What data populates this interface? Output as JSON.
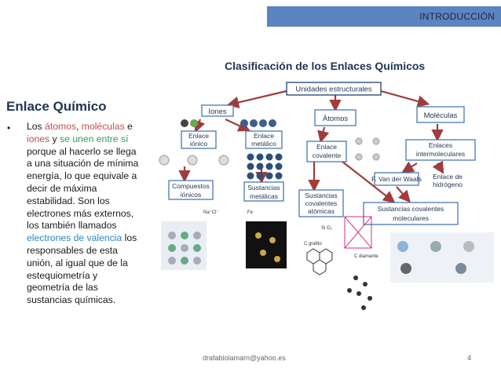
{
  "header": {
    "section": "INTRODUCCIÓN"
  },
  "slide": {
    "title": "Clasificación de los Enlaces Químicos",
    "left_title": "Enlace Químico",
    "bullet": {
      "p1": "Los ",
      "atomos": "átomos",
      "comma": ", ",
      "moleculas": "moléculas",
      "p2": " e ",
      "iones": "iones",
      "p3": " y ",
      "se_unen": "se unen entre sí",
      "p4": " porque al hacerlo se llega a una situación de mínima energía, lo que equivale a decir de máxima estabilidad. Son los electrones más externos, los también llamados ",
      "electrones_valencia": "electrones de valencia",
      "p5": " los responsables de esta unión, al igual que de la estequiometría y geometría de las sustancias químicas."
    },
    "colors": {
      "red": "#c0504d",
      "green": "#2e9c5f",
      "blue": "#2e86c1",
      "banner": "#5b84c1",
      "arrow": "#a23b3b"
    }
  },
  "diagram": {
    "root": "Unidades estructurales",
    "iones": "Iones",
    "atomos": "Átomos",
    "moleculas": "Moléculas",
    "enlace_ionico_1": "Enlace",
    "enlace_ionico_2": "iónico",
    "enlace_metalico_1": "Enlace",
    "enlace_metalico_2": "metálico",
    "enlace_covalente_1": "Enlace",
    "enlace_covalente_2": "covalente",
    "enlaces_inter_1": "Enlaces",
    "enlaces_inter_2": "intermoleculares",
    "compuestos_1": "Compuestos",
    "compuestos_2": "iónicos",
    "sust_metalicas_1": "Sustancias",
    "sust_metalicas_2": "metálicas",
    "sust_cov_atom_1": "Sustancias",
    "sust_cov_atom_2": "covalentes",
    "sust_cov_atom_3": "atómicas",
    "sust_cov_mol_1": "Sustancias covalentes",
    "sust_cov_mol_2": "moleculares",
    "van_der_waals": "F. Van der Waals",
    "enlace_hidrogeno_1": "Enlace de",
    "enlace_hidrogeno_2": "hidrógeno",
    "nacl": "Na⁺Cl⁻",
    "fe": "Fe",
    "sio2": "Si O₂",
    "c_grafito": "C grafito",
    "c_diamante": "C diamante"
  },
  "footer": {
    "email": "drafabiolamarn@yahoo.es",
    "page": "4"
  }
}
